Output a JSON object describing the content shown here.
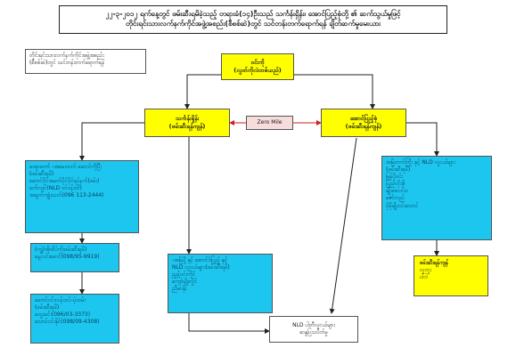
{
  "title": {
    "line1": "၂၂-၃-၂၀၁၂ ရက်နေ့တွင် ဖမ်းဆီးရမိခဲ့သည့် တရားခံ(၁၄)ဦးသည် သင်္ကန်းရှိန်း၊ အောင်ပြည့်စုံတို့ ၏ ဆက်သွယ်မှုဖြင့်",
    "line2": "တိုင်းရင်းသားလက်နက်ကိုင်အဖွဲ့အစည်း(စီစစ်ဆဲ)တွင် သင်တန်းတက်ရောက်ရန် ချိတ်ဆက်မှုမေးယား"
  },
  "topleft": {
    "line1": "တိုင်းရင်းသားလက်နက်ကိုင်အဖွဲ့အစည်း",
    "line2": "(စီစစ်ဆဲ)တွင် သင်တန်းတက်ရောက်ရန်"
  },
  "top_center": {
    "line1": "ဝင်းကို",
    "line2": "(လွတ်ကိုလဲတစ်ယည်)"
  },
  "center_left": {
    "line1": "သင်္ကန်းရှိန်း",
    "line2": "(ဖမ်းဆီးရန်ကျန်)"
  },
  "center_right": {
    "line1": "အောင်ပြည့်စုံ",
    "line2": "(ဖမ်းဆီးရန်ကျန်)"
  },
  "zero_mile": "Zero Mile",
  "left_block_1": [
    "ဆရာတော် -အမေးထက် ဆောင်ကိုပြီး",
    "(ဖမ်းဆီးရမိ)",
    "ဆောင်ဝိုင်အမတ်ပိုင်ပိုင်ရပ်နက်(ဖမ်း)",
    "ခတ်ကျင်(NLD ဝင်ဝန်းထိ)",
    "အချက်ကျုံးယတ်(096 113-2444)"
  ],
  "left_block_2": [
    "(ကျွဲ/အိုထိပ်ကိုးဖမ်းဆီးရမိ)",
    "နေ့လင်းမောင်(098/95-9919)"
  ],
  "left_block_3": [
    "ဆောင်ဝင်းလန်ထပ်-ပဲ့ထမ်း",
    "(ဖမ်းဆီးရမိ)",
    "ထွေးမင်း(096/03-3373)",
    "သောင်ဝင်းနိုင်(098/09-4308)"
  ],
  "right_block": [
    "အမြဲတက်ကြိုး နှင့် NLD လူငယ်များ",
    "(ဖမ်းဆီးရမိ)",
    "မြန်ပိုဝင်း",
    "ပြည်လိုအို",
    "မျိုးစေဝင်းဝ",
    "ဇော်ဘည်",
    "ပိုမိုမျိုးဝင်းသောင်"
  ],
  "bottom_center_block": [
    "-အမြဲပို့ နှင့် ဆောင်ဒ်ပြည့် နှင့်",
    "NLD လူငယ်များ(ဖမ်းဆီးရမိ)",
    "ညွှန့်ဝင်းကိုင်",
    "ကျော်မျိုးလှိုင်",
    "ညီမာနိုး"
  ],
  "bottom_right_box": {
    "line1": "ဖမ်းဆီးရန်ကျန်",
    "line2": "လူတူး",
    "line3": "ပါဝါ"
  },
  "bottom_box": {
    "line1": "NLD ပါတီလူငယ်များ",
    "line2": "ဆန္ဒပြသပိတ်မှု"
  },
  "colors": {
    "yellow": "#ffff00",
    "cyan": "#1cc6ee",
    "pink": "#f7dcdc",
    "arrow_dark": "#222222",
    "arrow_red": "#d11f1f"
  }
}
